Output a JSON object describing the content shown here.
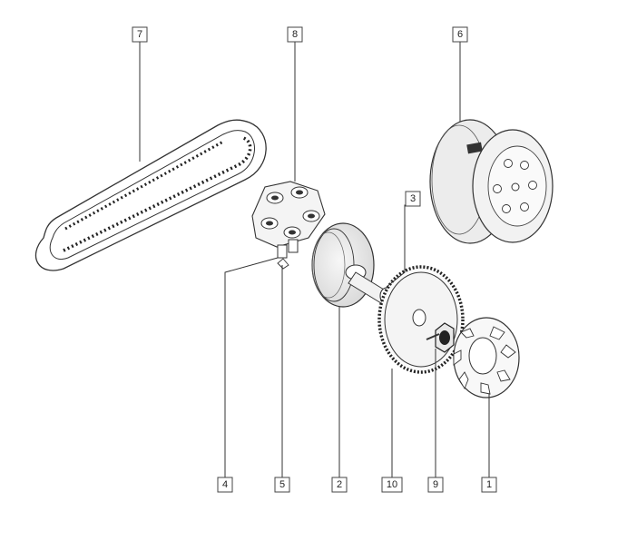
{
  "diagram": {
    "callouts": [
      {
        "id": "callout-7",
        "label": "7"
      },
      {
        "id": "callout-8",
        "label": "8"
      },
      {
        "id": "callout-6",
        "label": "6"
      },
      {
        "id": "callout-3",
        "label": "3"
      },
      {
        "id": "callout-4",
        "label": "4"
      },
      {
        "id": "callout-5",
        "label": "5"
      },
      {
        "id": "callout-2",
        "label": "2"
      },
      {
        "id": "callout-10",
        "label": "10"
      },
      {
        "id": "callout-9",
        "label": "9"
      },
      {
        "id": "callout-1",
        "label": "1"
      }
    ]
  }
}
